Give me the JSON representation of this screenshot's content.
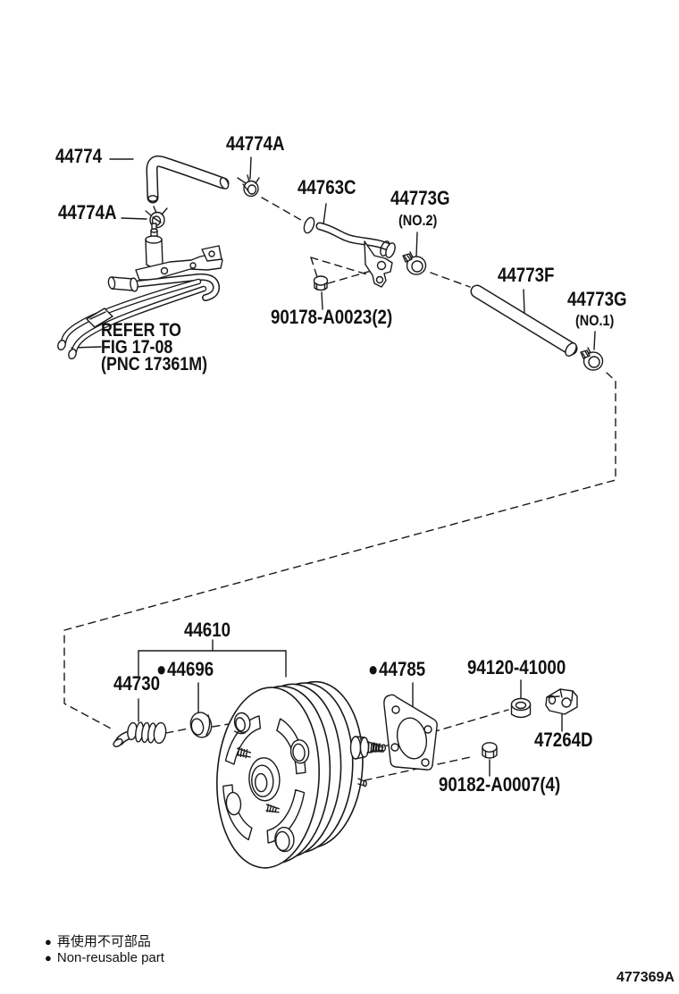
{
  "diagram": {
    "doc_code": "477369A",
    "legend": {
      "bullet": "●",
      "line1_jp": "再使用不可部品",
      "line2_en": "Non-reusable part"
    },
    "labels": {
      "p44774": {
        "text": "44774"
      },
      "p44774A_top": {
        "text": "44774A"
      },
      "p44774A_side": {
        "text": "44774A"
      },
      "p44763C": {
        "text": "44763C"
      },
      "p44773G_no2": {
        "text": "44773G",
        "sub": "(NO.2)"
      },
      "p44773F": {
        "text": "44773F"
      },
      "p44773G_no1": {
        "text": "44773G",
        "sub": "(NO.1)"
      },
      "refer": {
        "line1": "REFER TO",
        "line2": "FIG 17-08",
        "line3": "(PNC 17361M)"
      },
      "p90178": {
        "text": "90178-A0023(2)"
      },
      "p44610": {
        "text": "44610"
      },
      "p44696": {
        "bullet": "●",
        "text": "44696"
      },
      "p44730": {
        "text": "44730"
      },
      "p44785": {
        "bullet": "●",
        "text": "44785"
      },
      "p94120": {
        "text": "94120-41000"
      },
      "p47264D": {
        "text": "47264D"
      },
      "p90182": {
        "text": "90182-A0007(4)"
      }
    }
  }
}
